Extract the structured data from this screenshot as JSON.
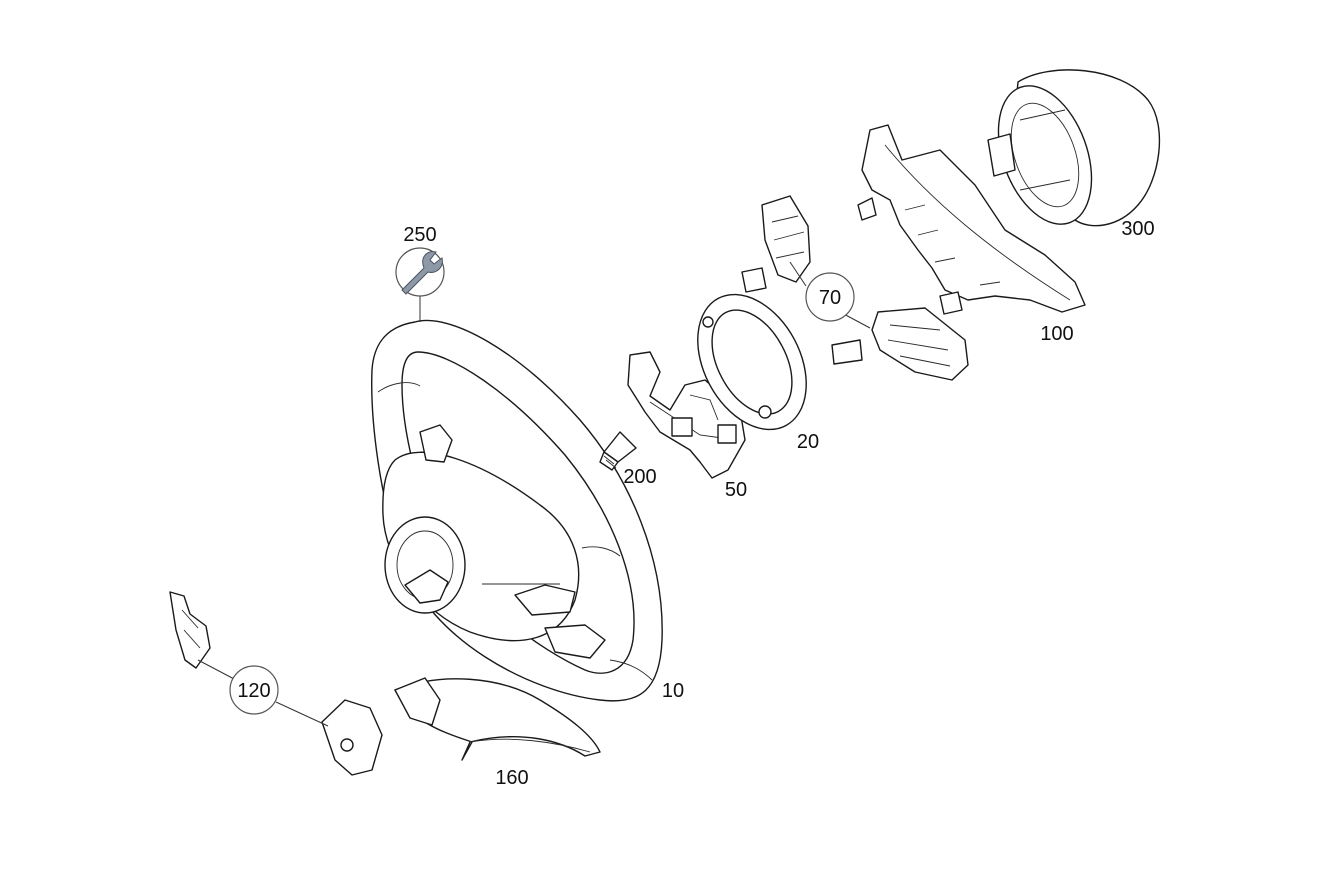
{
  "callouts": {
    "p10": "10",
    "p20": "20",
    "p50": "50",
    "p70": "70",
    "p100": "100",
    "p120": "120",
    "p160": "160",
    "p200": "200",
    "p250": "250",
    "p300": "300"
  },
  "icons": {
    "service": "wrench-icon"
  },
  "colors": {
    "line": "#1a1a1a",
    "bubble_stroke": "#555555",
    "wrench_fill": "#8e99a8"
  }
}
